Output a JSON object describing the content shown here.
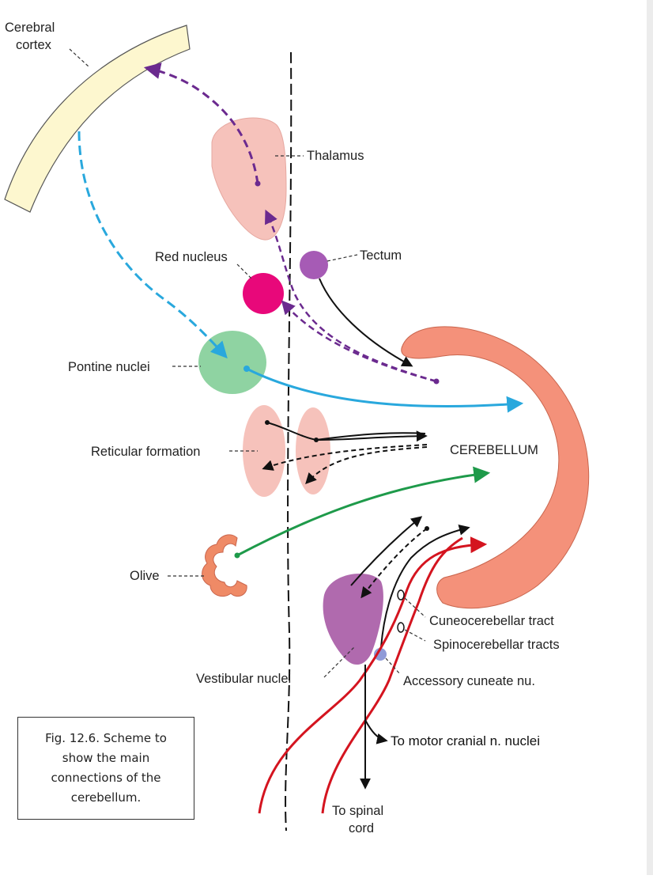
{
  "labels": {
    "cerebral_cortex": [
      "Cerebral",
      "cortex"
    ],
    "thalamus": "Thalamus",
    "red_nucleus": "Red nucleus",
    "tectum": "Tectum",
    "pontine_nuclei": "Pontine nuclei",
    "reticular_formation": "Reticular formation",
    "cerebellum": "CEREBELLUM",
    "olive": "Olive",
    "cuneocerebellar_tract": "Cuneocerebellar tract",
    "spinocerebellar_tracts": "Spinocerebellar tracts",
    "vestibular_nuclei": "Vestibular nuclei",
    "accessory_cuneate": "Accessory cuneate nu.",
    "to_motor": "To motor cranial n. nuclei",
    "to_spinal": [
      "To spinal",
      "cord"
    ]
  },
  "caption": [
    "Fig. 12.6. Scheme to",
    "show the main",
    "connections of the",
    "cerebellum."
  ],
  "colors": {
    "cortex": "#fdf7cf",
    "thalamus": "#f6c2bb",
    "red_nucleus": "#e8087a",
    "tectum": "#a65bb5",
    "pontine": "#8fd3a2",
    "reticular": "#f6c2bb",
    "cerebellum": "#f4917a",
    "olive": "#ef8a66",
    "vestibular": "#b06aae",
    "accessory": "#8f9bd8",
    "purple_path": "#6b2a8f",
    "blue_path": "#29a8dd",
    "green_path": "#1e9a4a",
    "red_path": "#d4141f"
  }
}
